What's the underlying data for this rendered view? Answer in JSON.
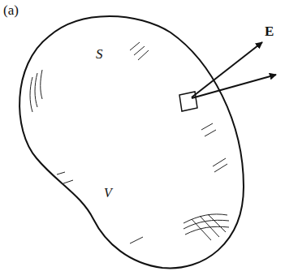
{
  "diagram": {
    "labels": [
      "(a)",
      "S",
      "V",
      "E"
    ]
  }
}
